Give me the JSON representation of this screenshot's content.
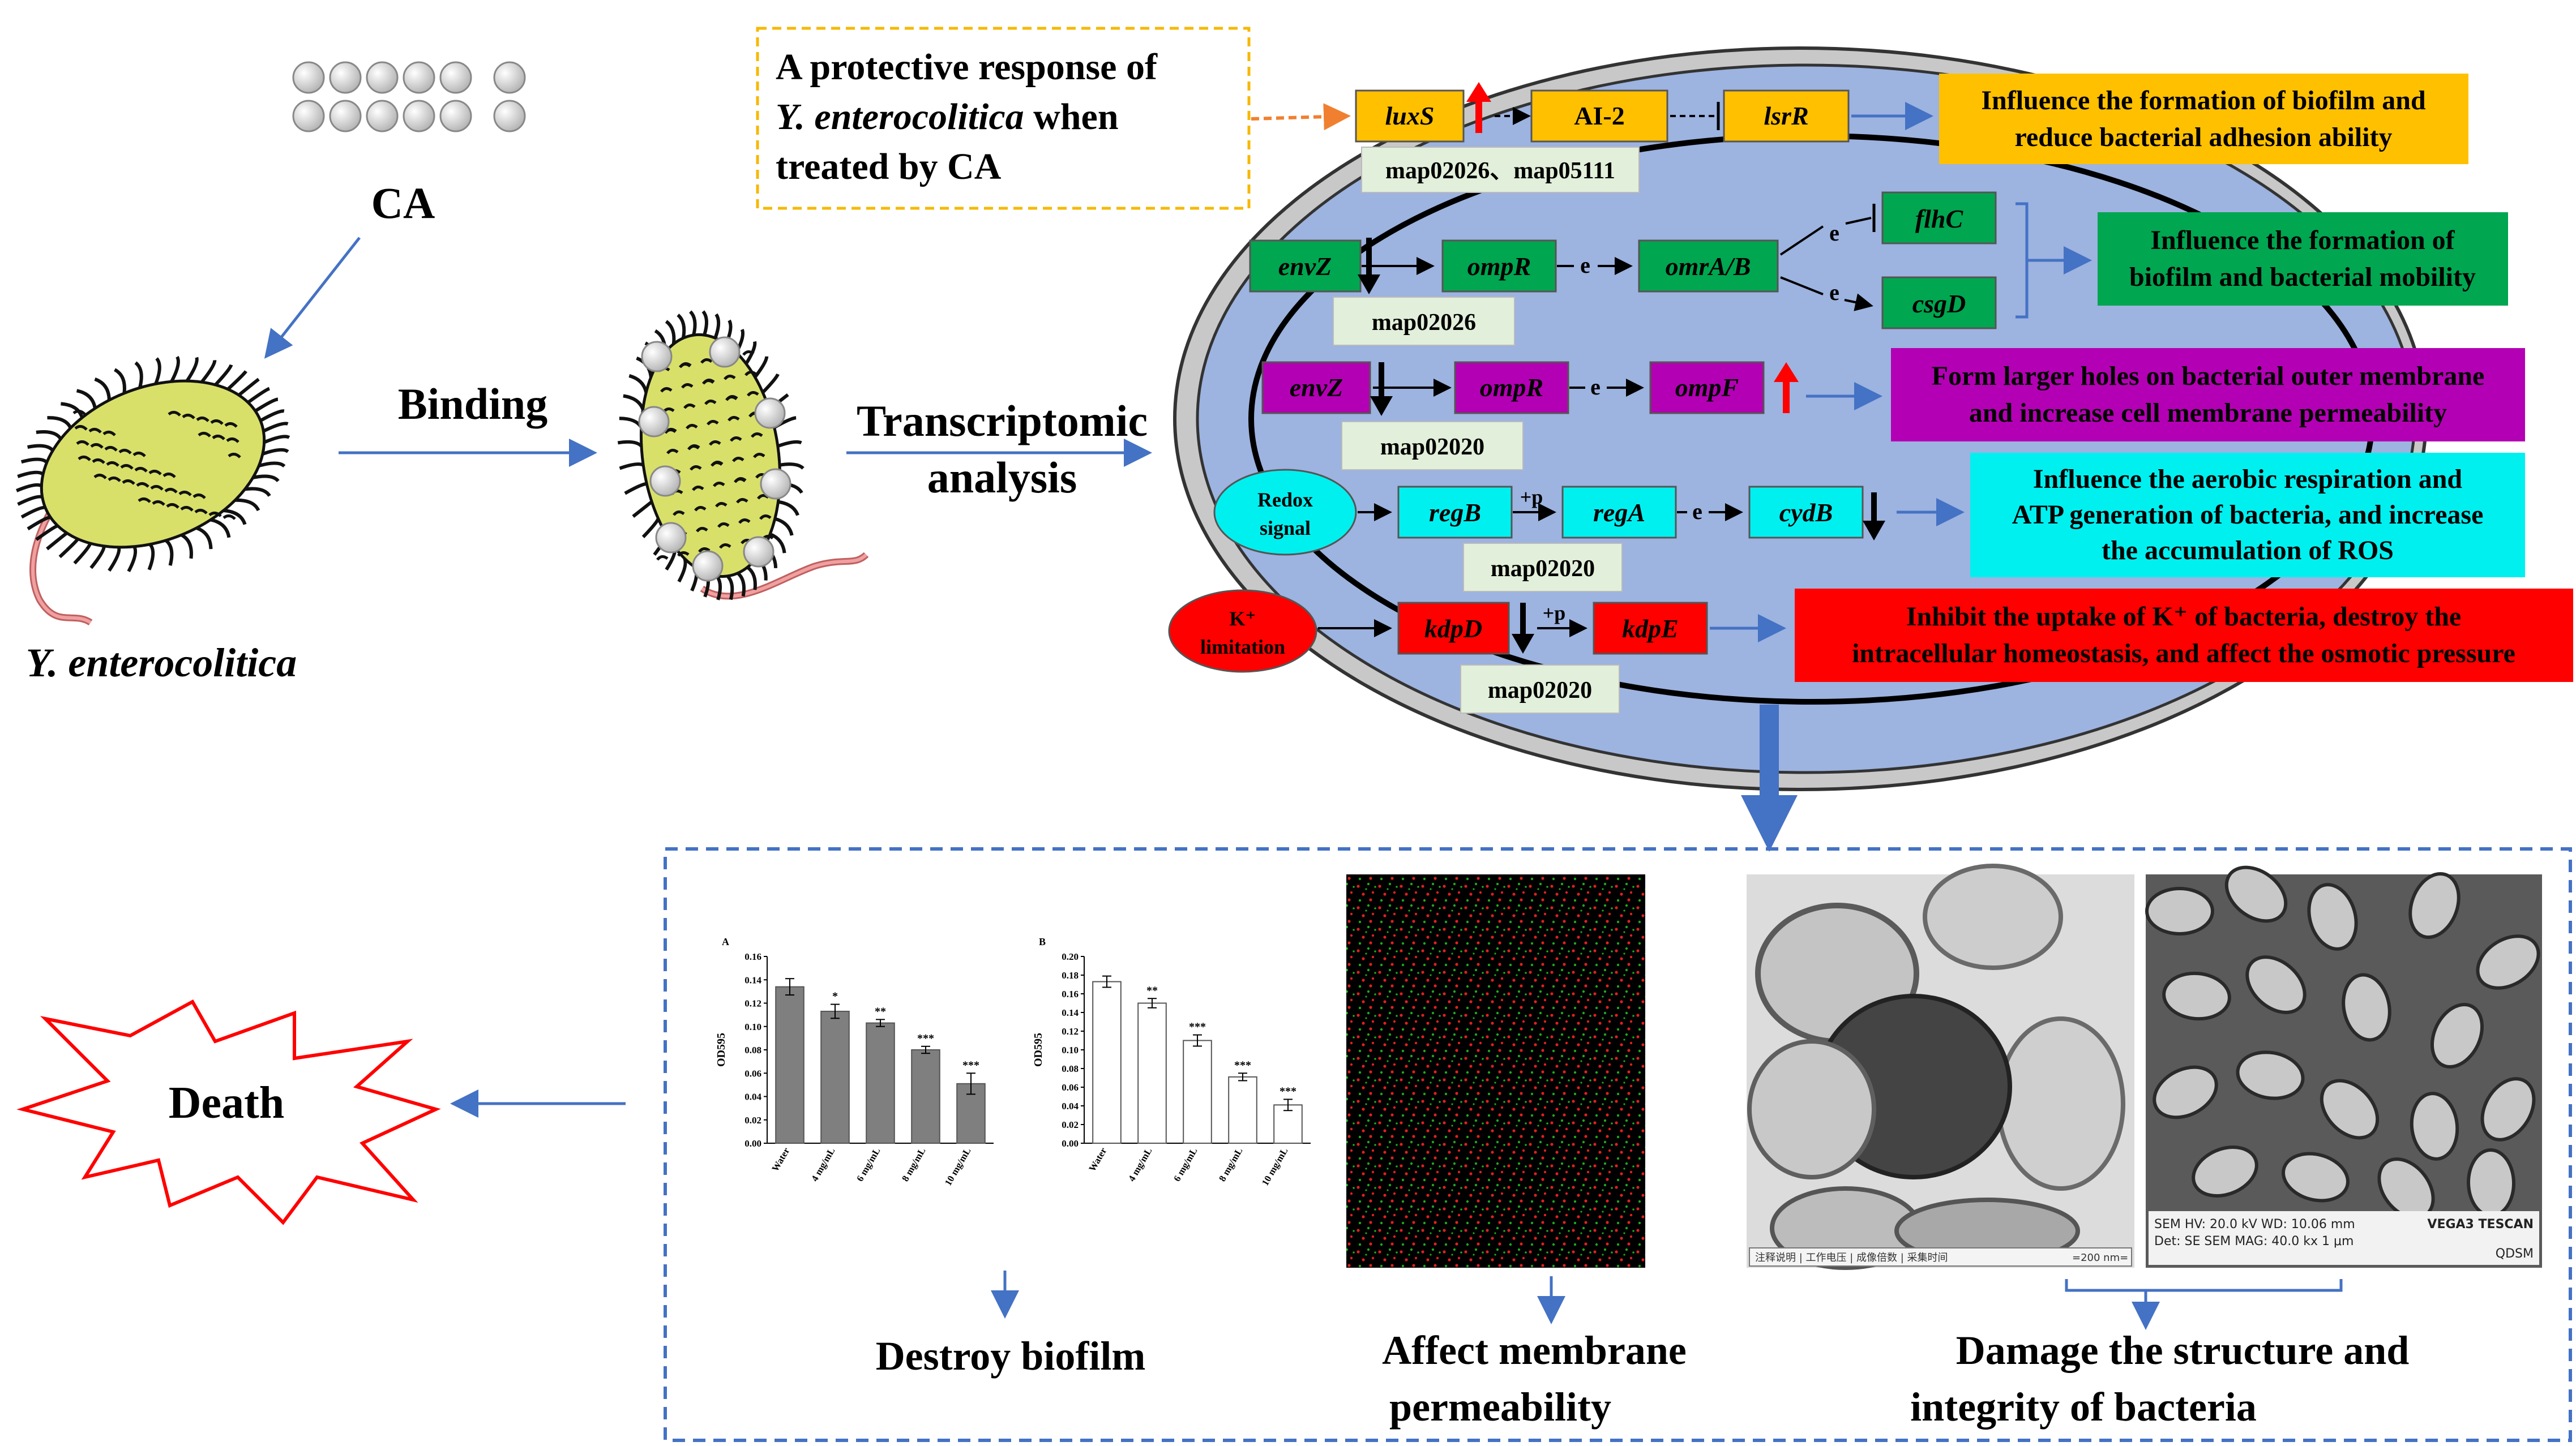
{
  "left": {
    "ca_label": "CA",
    "binding_label": "Binding",
    "transcriptomic_line1": "Transcriptomic",
    "transcriptomic_line2": "analysis",
    "bacteria_label": "Y. enterocolitica"
  },
  "note": {
    "line1": "A protective response of",
    "line2_italic": "Y. enterocolitica",
    "line2_rest": " when",
    "line3": "treated by CA"
  },
  "pathways": {
    "qs": {
      "gene1": "luxS",
      "gene2": "AI-2",
      "gene3": "lsrR",
      "map": "map02026、map05111",
      "effect_line1": "Influence the formation of biofilm and",
      "effect_line2": "reduce bacterial adhesion ability"
    },
    "mobility": {
      "gene1": "envZ",
      "gene2": "ompR",
      "gene3": "omrA/B",
      "gene4": "flhC",
      "gene5": "csgD",
      "map": "map02026",
      "e1": "e",
      "e2": "e",
      "e3": "e",
      "effect_line1": "Influence the formation of",
      "effect_line2": "biofilm and bacterial mobility"
    },
    "permeability": {
      "gene1": "envZ",
      "gene2": "ompR",
      "gene3": "ompF",
      "map": "map02020",
      "e1": "e",
      "effect_line1": "Form larger holes on bacterial outer membrane",
      "effect_line2": "and increase cell membrane permeability"
    },
    "redox": {
      "signal_line1": "Redox",
      "signal_line2": "signal",
      "gene1": "regB",
      "gene2": "regA",
      "gene3": "cydB",
      "plus_p": "+p",
      "e1": "e",
      "map": "map02020",
      "effect_line1": "Influence the aerobic respiration and",
      "effect_line2": "ATP generation of bacteria, and increase",
      "effect_line3": "the accumulation of ROS"
    },
    "potassium": {
      "signal_line1": "K⁺",
      "signal_line2": "limitation",
      "gene1": "kdpD",
      "gene2": "kdpE",
      "plus_p": "+p",
      "map": "map02020",
      "effect_line1": "Inhibit the uptake of K⁺ of bacteria, destroy the",
      "effect_line2": "intracellular homeostasis, and affect the osmotic pressure"
    }
  },
  "outcome": {
    "death_label": "Death",
    "destroy_biofilm": "Destroy biofilm",
    "membrane_line1": "Affect membrane",
    "membrane_line2": "permeability",
    "damage_line1": "Damage the structure and",
    "damage_line2": "integrity of bacteria"
  },
  "sem_info": {
    "line1": "SEM HV: 20.0 kV     WD: 10.06 mm",
    "line2": "Det: SE     SEM MAG: 40.0 kx     1 μm",
    "brand": "VEGA3 TESCAN",
    "org": "QDSM"
  },
  "tem_info": {
    "caption": "注释说明 | 工作电压 | 成像倍数 | 采集时间",
    "scale": "=200 nm="
  },
  "chart_data": [
    {
      "type": "bar",
      "panel_label": "A",
      "categories": [
        "Water",
        "4 mg/mL",
        "6 mg/mL",
        "8 mg/mL",
        "10 mg/mL"
      ],
      "values": [
        0.134,
        0.113,
        0.103,
        0.08,
        0.051
      ],
      "errors": [
        0.007,
        0.006,
        0.003,
        0.003,
        0.009
      ],
      "significance": [
        "",
        "*",
        "**",
        "***",
        "***"
      ],
      "ylabel": "OD595",
      "ylim": [
        0,
        0.16
      ],
      "yticks": [
        "0.00",
        "0.02",
        "0.04",
        "0.06",
        "0.08",
        "0.10",
        "0.12",
        "0.14",
        "0.16"
      ],
      "bar_color": "#7f7f7f"
    },
    {
      "type": "bar",
      "panel_label": "B",
      "categories": [
        "Water",
        "4 mg/mL",
        "6 mg/mL",
        "8 mg/mL",
        "10 mg/mL"
      ],
      "values": [
        0.173,
        0.15,
        0.11,
        0.071,
        0.041
      ],
      "errors": [
        0.006,
        0.005,
        0.006,
        0.004,
        0.006
      ],
      "significance": [
        "",
        "**",
        "***",
        "***",
        "***"
      ],
      "ylabel": "OD595",
      "ylim": [
        0,
        0.2
      ],
      "yticks": [
        "0.00",
        "0.02",
        "0.04",
        "0.06",
        "0.08",
        "0.10",
        "0.12",
        "0.14",
        "0.16",
        "0.18",
        "0.20"
      ],
      "bar_color": "#ffffff"
    }
  ],
  "colors": {
    "orange": "#ffc000",
    "green": "#00a650",
    "magenta": "#b400b4",
    "cyan": "#00f0f0",
    "red": "#ff0000",
    "map_box": "#e2efda",
    "arrow_blue": "#4472c4",
    "cell_blue": "#9db3e0"
  }
}
